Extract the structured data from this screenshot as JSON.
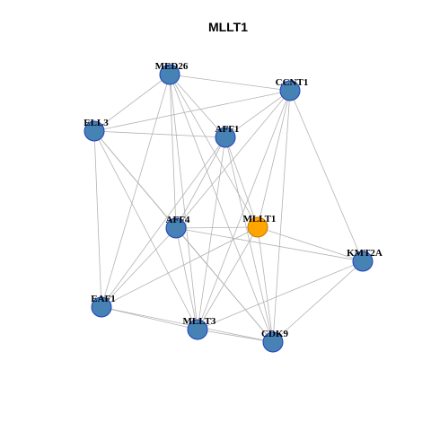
{
  "title": "MLLT1",
  "colors": {
    "node_fill": "#4682b4",
    "node_stroke": "#1f3fbf",
    "focus_fill": "#ffa500",
    "focus_stroke": "#c07800",
    "edge": "#b3b3b3"
  },
  "nodes": [
    {
      "id": "MED26",
      "label": "MED26",
      "focus": false
    },
    {
      "id": "CCNT1",
      "label": "CCNT1",
      "focus": false
    },
    {
      "id": "ELL3",
      "label": "ELL3",
      "focus": false
    },
    {
      "id": "AFF1",
      "label": "AFF1",
      "focus": false
    },
    {
      "id": "AFF4",
      "label": "AFF4",
      "focus": false
    },
    {
      "id": "MLLT1",
      "label": "MLLT1",
      "focus": true
    },
    {
      "id": "KMT2A",
      "label": "KMT2A",
      "focus": false
    },
    {
      "id": "EAF1",
      "label": "EAF1",
      "focus": false
    },
    {
      "id": "MLLT3",
      "label": "MLLT3",
      "focus": false
    },
    {
      "id": "CDK9",
      "label": "CDK9",
      "focus": false
    }
  ],
  "edges": [
    [
      "MED26",
      "CCNT1"
    ],
    [
      "MED26",
      "ELL3"
    ],
    [
      "MED26",
      "AFF1"
    ],
    [
      "MED26",
      "AFF4"
    ],
    [
      "MED26",
      "MLLT1"
    ],
    [
      "MED26",
      "EAF1"
    ],
    [
      "MED26",
      "MLLT3"
    ],
    [
      "MED26",
      "CDK9"
    ],
    [
      "CCNT1",
      "ELL3"
    ],
    [
      "CCNT1",
      "AFF1"
    ],
    [
      "CCNT1",
      "AFF4"
    ],
    [
      "CCNT1",
      "MLLT1"
    ],
    [
      "CCNT1",
      "KMT2A"
    ],
    [
      "CCNT1",
      "MLLT3"
    ],
    [
      "CCNT1",
      "CDK9"
    ],
    [
      "ELL3",
      "AFF1"
    ],
    [
      "ELL3",
      "AFF4"
    ],
    [
      "ELL3",
      "EAF1"
    ],
    [
      "ELL3",
      "MLLT3"
    ],
    [
      "ELL3",
      "CDK9"
    ],
    [
      "AFF1",
      "AFF4"
    ],
    [
      "AFF1",
      "MLLT1"
    ],
    [
      "AFF1",
      "EAF1"
    ],
    [
      "AFF1",
      "MLLT3"
    ],
    [
      "AFF1",
      "CDK9"
    ],
    [
      "AFF4",
      "MLLT1"
    ],
    [
      "AFF4",
      "KMT2A"
    ],
    [
      "AFF4",
      "EAF1"
    ],
    [
      "AFF4",
      "MLLT3"
    ],
    [
      "AFF4",
      "CDK9"
    ],
    [
      "MLLT1",
      "KMT2A"
    ],
    [
      "MLLT1",
      "MLLT3"
    ],
    [
      "MLLT1",
      "CDK9"
    ],
    [
      "MLLT1",
      "EAF1"
    ],
    [
      "KMT2A",
      "MLLT3"
    ],
    [
      "KMT2A",
      "CDK9"
    ],
    [
      "EAF1",
      "MLLT3"
    ],
    [
      "EAF1",
      "CDK9"
    ],
    [
      "MLLT3",
      "CDK9"
    ]
  ]
}
